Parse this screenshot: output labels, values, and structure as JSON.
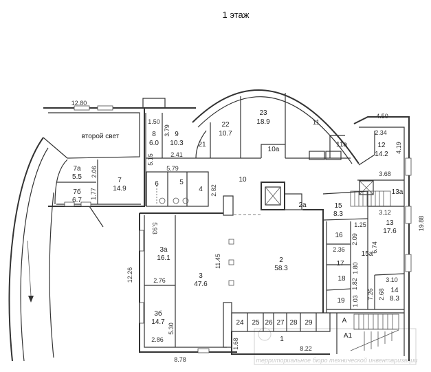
{
  "title": "1 этаж",
  "second_light": "второй свет",
  "rooms": {
    "r8": {
      "num": "8",
      "area": "6.0"
    },
    "r9": {
      "num": "9",
      "area": "10.3"
    },
    "r21": {
      "num": "21"
    },
    "r22": {
      "num": "22",
      "area": "10.7"
    },
    "r23": {
      "num": "23",
      "area": "18.9"
    },
    "r11": {
      "num": "11"
    },
    "r10a": {
      "num": "10a"
    },
    "r11a": {
      "num": "11a"
    },
    "r12": {
      "num": "12",
      "area": "14.2"
    },
    "r10": {
      "num": "10"
    },
    "r13a": {
      "num": "13a"
    },
    "r2a": {
      "num": "2a"
    },
    "r15": {
      "num": "15",
      "area": "8.3"
    },
    "r13": {
      "num": "13",
      "area": "17.6"
    },
    "r16": {
      "num": "16"
    },
    "r17": {
      "num": "17"
    },
    "r15a": {
      "num": "15a"
    },
    "r18": {
      "num": "18"
    },
    "r19": {
      "num": "19"
    },
    "r14": {
      "num": "14",
      "area": "8.3"
    },
    "r7a": {
      "num": "7a",
      "area": "5.5"
    },
    "r7b": {
      "num": "7б",
      "area": "6.7"
    },
    "r7": {
      "num": "7",
      "area": "14.9"
    },
    "r6": {
      "num": "6"
    },
    "r5": {
      "num": "5"
    },
    "r4": {
      "num": "4"
    },
    "r3a": {
      "num": "3a",
      "area": "16.1"
    },
    "r3": {
      "num": "3",
      "area": "47.6"
    },
    "r2": {
      "num": "2",
      "area": "58.3"
    },
    "r3b": {
      "num": "3б",
      "area": "14.7"
    },
    "r24": {
      "num": "24"
    },
    "r25": {
      "num": "25"
    },
    "r26": {
      "num": "26"
    },
    "r27": {
      "num": "27"
    },
    "r28": {
      "num": "28"
    },
    "r29": {
      "num": "29"
    },
    "rA": {
      "num": "A"
    },
    "rA1": {
      "num": "A1"
    },
    "r1": {
      "num": "1"
    }
  },
  "dimensions": {
    "d1280": "12.80",
    "d150": "1.50",
    "d379": "3.79",
    "d241": "2.41",
    "d515": "5.15",
    "d579": "5.79",
    "d282": "2.82",
    "d206": "2.06",
    "d177": "1.77",
    "d450": "4.50",
    "d234": "2.34",
    "d419": "4.19",
    "d368": "3.68",
    "d312": "3.12",
    "d1988": "19.88",
    "d125": "1.25",
    "d209": "2.09",
    "d236": "2.36",
    "d674": "6.74",
    "d180": "1.80",
    "d182": "1.82",
    "d726": "7.26",
    "d268": "2.68",
    "d310": "3.10",
    "d103": "1.03",
    "d593": "5.93",
    "d1226": "12.26",
    "d276": "2.76",
    "d1145": "11.45",
    "d530": "5.30",
    "d286": "2.86",
    "d168": "1.68",
    "d822": "8.22",
    "d878": "8.78"
  },
  "watermark": "территориальное бюро технической инвентаризации"
}
